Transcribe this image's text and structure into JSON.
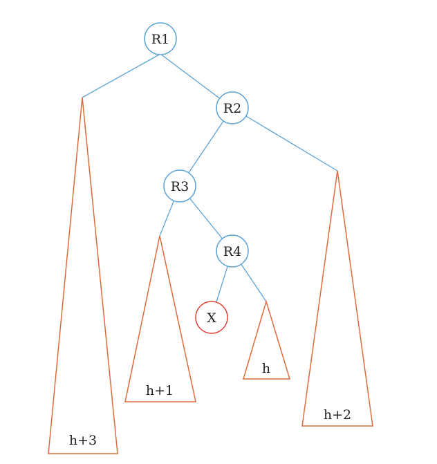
{
  "diagram": {
    "nodes": {
      "r1": {
        "label": "R1"
      },
      "r2": {
        "label": "R2"
      },
      "r3": {
        "label": "R3"
      },
      "r4": {
        "label": "R4"
      },
      "x": {
        "label": "X",
        "highlight_color": "#e0443a"
      }
    },
    "subtrees": {
      "r1_left": {
        "label": "h+3"
      },
      "r2_right": {
        "label": "h+2"
      },
      "r3_left": {
        "label": "h+1"
      },
      "r4_right": {
        "label": "h"
      }
    },
    "colors": {
      "edge": "#5ba3d6",
      "node_border": "#5ba3d6",
      "subtree_border": "#e06a3c",
      "highlight_node_border": "#e0443a"
    }
  }
}
